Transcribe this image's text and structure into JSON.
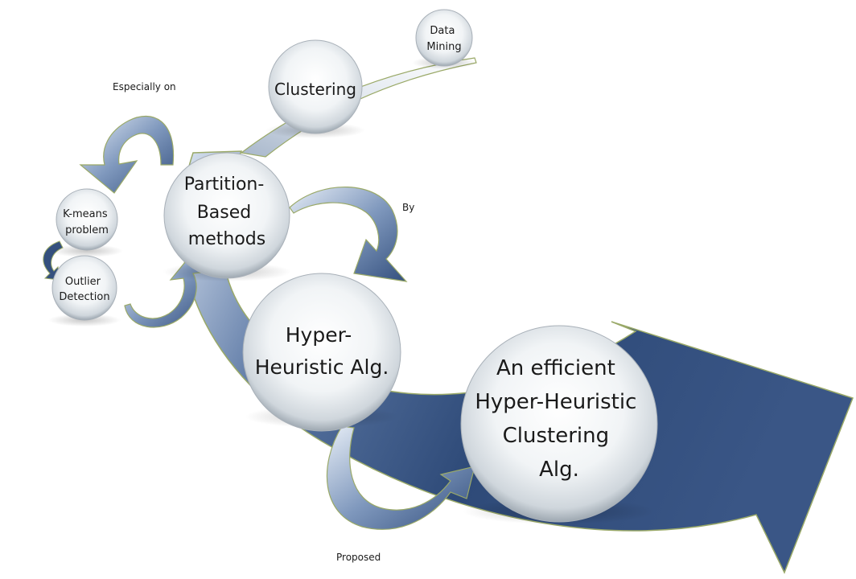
{
  "nodes": {
    "data_mining": [
      "Data",
      "Mining"
    ],
    "clustering": [
      "Clustering"
    ],
    "partition_based": [
      "Partition-",
      "Based",
      "methods"
    ],
    "kmeans": [
      "K-means",
      "problem"
    ],
    "outlier": [
      "Outlier",
      "Detection"
    ],
    "hyper_heuristic": [
      "Hyper-",
      "Heuristic Alg."
    ],
    "efficient": [
      "An efficient",
      "Hyper-Heuristic",
      "Clustering",
      "Alg."
    ]
  },
  "edge_labels": {
    "especially_on": "Especially on",
    "by": "By",
    "proposed": "Proposed"
  },
  "colors": {
    "arrow_dark": "#2e4a78",
    "arrow_light": "#c8d6ea",
    "arrow_outline": "#9aa968",
    "sphere_highlight": "#ffffff",
    "sphere_shadow": "#9aa4ad"
  }
}
